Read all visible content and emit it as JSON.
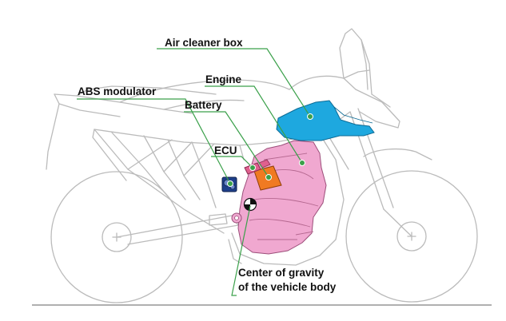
{
  "labels": {
    "air_cleaner_box": "Air cleaner box",
    "engine": "Engine",
    "abs_modulator": "ABS modulator",
    "battery": "Battery",
    "ecu": "ECU",
    "cog_line1": "Center of gravity",
    "cog_line2": "of the vehicle body"
  },
  "colors": {
    "air_cleaner_box": "#1ea8df",
    "engine": "#f0a8d0",
    "battery": "#f07a22",
    "ecu": "#e0608e",
    "abs_modulator": "#1e3f8a",
    "leader_line": "#3aa04a",
    "outline": "#b8b8b8"
  }
}
